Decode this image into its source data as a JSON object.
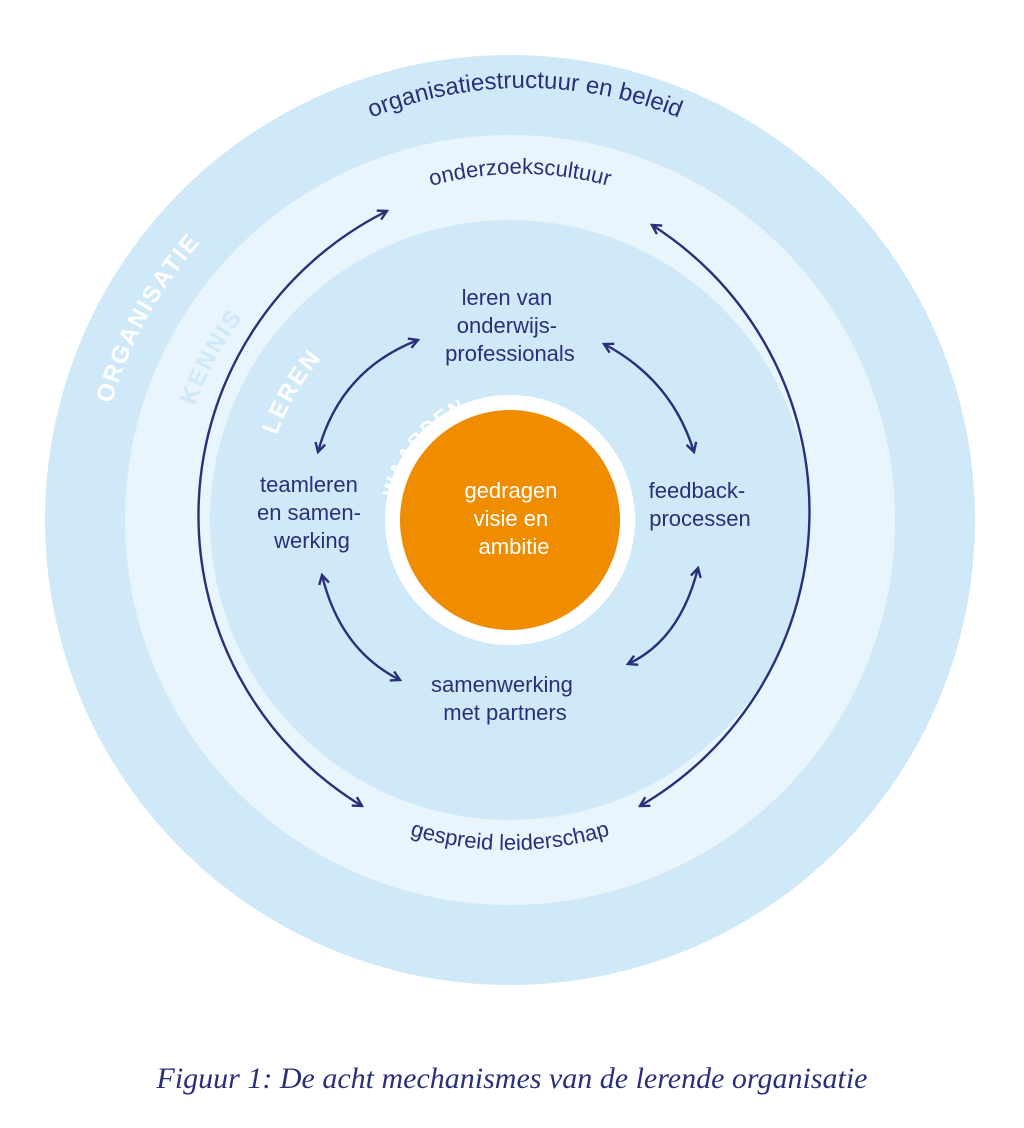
{
  "rings": {
    "outer": {
      "label": "ORGANISATIE",
      "fill": "#cfe9f8"
    },
    "middle": {
      "label": "KENNIS",
      "fill": "#e9f5fc"
    },
    "inner": {
      "label": "LEREN",
      "fill": "#cfe9f8"
    },
    "core": {
      "label": "WAARDEN",
      "fill": "#ef8c00"
    }
  },
  "labels": {
    "organisatiestructuur": "organisatiestructuur en beleid",
    "onderzoekscultuur": "onderzoekscultuur",
    "gespreid_leiderschap": "gespreid leiderschap",
    "leren_van": [
      "leren van",
      "onderwijs-",
      "professionals"
    ],
    "teamleren": [
      "teamleren",
      "en samen-",
      "werking"
    ],
    "feedback": [
      "feedback-",
      "processen"
    ],
    "samenwerking": [
      "samenwerking",
      "met partners"
    ],
    "core_text": [
      "gedragen",
      "visie en",
      "ambitie"
    ]
  },
  "colors": {
    "text": "#2a2f7a",
    "white": "#ffffff",
    "background": "#ffffff"
  },
  "caption": "Figuur 1: De acht mechanismes van de lerende organisatie"
}
